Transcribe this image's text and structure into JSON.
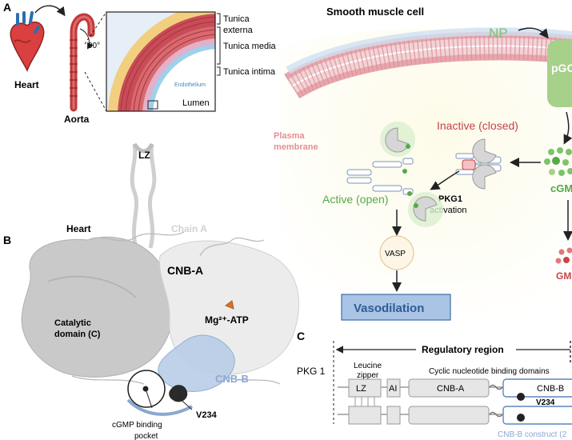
{
  "panel_a": {
    "letter": "A",
    "heart_label": "Heart",
    "aorta_label": "Aorta",
    "angle_label": "90°",
    "tunica_externa": [
      "Tunica",
      "externa"
    ],
    "tunica_media": "Tunica media",
    "tunica_intima": "Tunica intima",
    "endothelium": "Endothelium",
    "lumen": "Lumen"
  },
  "panel_cell": {
    "title": "Smooth muscle cell",
    "np": "NP",
    "pgc": "pGC",
    "plasma_membrane": [
      "Plasma",
      "membrane"
    ],
    "inactive": "Inactive (closed)",
    "active": "Active (open)",
    "pkg1_activation": [
      "PKG1",
      "activation"
    ],
    "cgmp": "cGM",
    "gmp": "GM",
    "vasp": "VASP",
    "vasodilation": "Vasodilation",
    "colors": {
      "np_green": "#7cc36b",
      "inactive_red": "#c8434b",
      "vasodilation_blue": "#3e6fa6",
      "membrane_pink": "#e8a7ad"
    }
  },
  "panel_b": {
    "letter": "B",
    "lz": "LZ",
    "heart": "Heart",
    "chain_a": "Chain A",
    "cnb_a": "CNB-A",
    "catalytic": [
      "Catalytic",
      "domain (C)"
    ],
    "mg_atp": "Mg²⁺-ATP",
    "cnb_b": "CNB-B",
    "v234": "V234",
    "cgmp_pocket": [
      "cGMP binding",
      "pocket"
    ]
  },
  "panel_c": {
    "letter": "C",
    "regulatory_region": "Regulatory region",
    "pkg1": "PKG 1",
    "leucine_zipper": [
      "Leucine",
      "zipper"
    ],
    "cnb_domains": "Cyclic nucleotide binding domains",
    "lz": "LZ",
    "ai": "AI",
    "cnb_a": "CNB-A",
    "cnb_b": "CNB-B",
    "v234": "V234",
    "construct": "CNB-B construct (2"
  }
}
